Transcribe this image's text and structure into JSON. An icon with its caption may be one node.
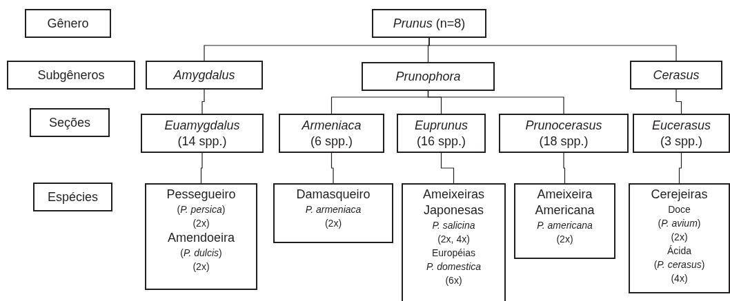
{
  "diagram": {
    "nodes": [
      {
        "text": [
          "Gênero"
        ]
      },
      {
        "text": [
          "*Prunus* (n=8)"
        ]
      },
      {
        "text": [
          "Subgêneros"
        ]
      },
      {
        "text": [
          "Amygdalus"
        ]
      },
      {
        "text": [
          "Prunophora"
        ]
      },
      {
        "text": [
          "Cerasus"
        ]
      },
      {
        "text": [
          "Seções"
        ]
      },
      {
        "text": [
          "Euamygdalus",
          "(14 spp.)"
        ]
      },
      {
        "text": [
          "Armeniaca",
          "(6 spp.)"
        ]
      },
      {
        "text": [
          "Euprunus",
          "(16 spp.)"
        ]
      },
      {
        "text": [
          "Prunocerasus",
          "(18 spp.)"
        ]
      },
      {
        "text": [
          "Eucerasus",
          "(3 spp.)"
        ]
      },
      {
        "text": [
          "Espécies"
        ]
      },
      {
        "text": [
          "Pessegueiro",
          "(*P. persica*)",
          "(2x)",
          "Amendoeira",
          "(*P. dulcis*)",
          "(2x)"
        ]
      },
      {
        "text": [
          "Damasqueiro",
          "P. armeniaca",
          "(2x)"
        ]
      },
      {
        "text": [
          "Ameixeiras Japonesas",
          "P. salicina",
          "(2x, 4x)",
          "Européias",
          "P. domestica",
          "(6x)"
        ]
      },
      {
        "text": [
          "Ameixeira Americana",
          "P. americana",
          "(2x)"
        ]
      },
      {
        "text": [
          "Cerejeiras",
          "Doce",
          "(*P. avium*)",
          "(2x)",
          "Ácida",
          "(*P. cerasus*)",
          "(4x)"
        ]
      }
    ],
    "edges": [
      {
        "from": 1,
        "to": 3,
        "arrow": "none"
      },
      {
        "from": 1,
        "to": 4,
        "arrow": "none"
      },
      {
        "from": 1,
        "to": 5,
        "arrow": "none"
      },
      {
        "from": 3,
        "to": 7,
        "arrow": "none"
      },
      {
        "from": 4,
        "to": 8,
        "arrow": "none"
      },
      {
        "from": 4,
        "to": 9,
        "arrow": "none"
      },
      {
        "from": 4,
        "to": 10,
        "arrow": "none"
      },
      {
        "from": 5,
        "to": 11,
        "arrow": "none"
      },
      {
        "from": 7,
        "to": 13,
        "arrow": "none"
      },
      {
        "from": 8,
        "to": 14,
        "arrow": "none"
      },
      {
        "from": 9,
        "to": 15,
        "arrow": "none"
      },
      {
        "from": 10,
        "to": 16,
        "arrow": "none"
      },
      {
        "from": 11,
        "to": 17,
        "arrow": "none"
      }
    ]
  }
}
